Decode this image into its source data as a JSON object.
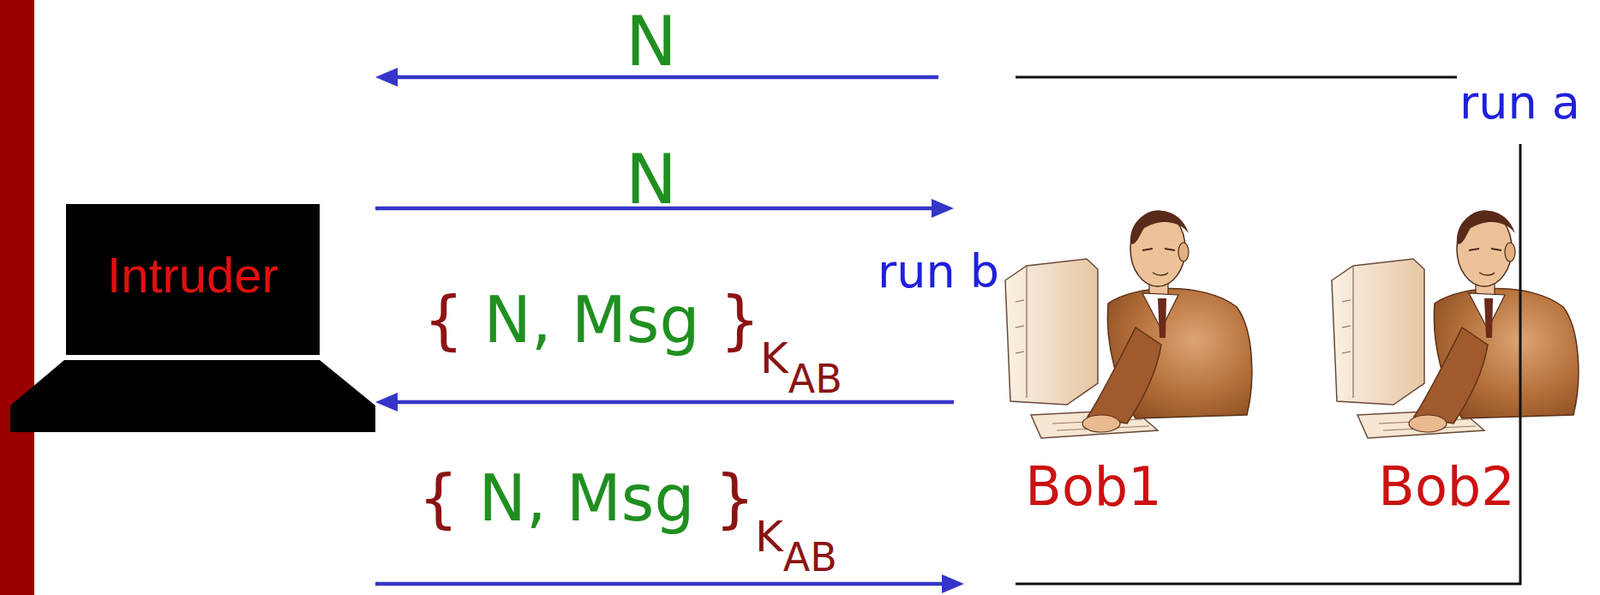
{
  "diagram": {
    "nodes": [
      {
        "text": [
          "Intruder"
        ]
      },
      {
        "text": [
          "Bob1"
        ]
      },
      {
        "text": [
          "Bob2"
        ]
      }
    ],
    "edges": [
      {
        "from": 2,
        "to": 0,
        "arrow": "to",
        "label": "N"
      },
      {
        "from": 0,
        "to": 1,
        "arrow": "to",
        "label": "N"
      },
      {
        "from": 1,
        "to": 0,
        "arrow": "to",
        "label": "{ N, Msg }KAB"
      },
      {
        "from": 0,
        "to": 2,
        "arrow": "to",
        "label": "{ N, Msg }KAB"
      }
    ],
    "labels": [
      "run a",
      "run b"
    ]
  }
}
